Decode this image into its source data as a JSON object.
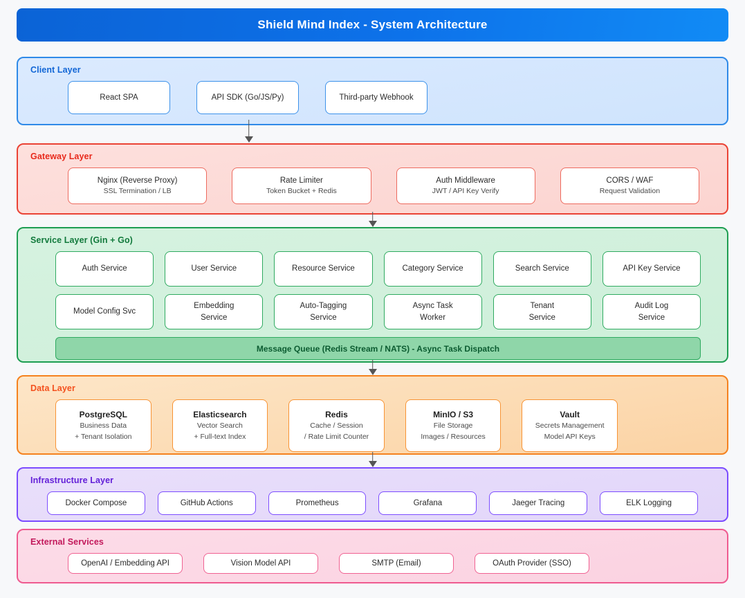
{
  "title": "Shield Mind Index - System Architecture",
  "layers": [
    {
      "id": "client",
      "title": "Client Layer",
      "accent": "#1266d6",
      "nodes": [
        {
          "name": "React SPA"
        },
        {
          "name": "API SDK (Go/JS/Py)"
        },
        {
          "name": "Third-party Webhook"
        }
      ]
    },
    {
      "id": "gateway",
      "title": "Gateway Layer",
      "accent": "#e8291b",
      "nodes": [
        {
          "name": "Nginx (Reverse Proxy)",
          "sub": "SSL Termination / LB"
        },
        {
          "name": "Rate Limiter",
          "sub": "Token Bucket + Redis"
        },
        {
          "name": "Auth Middleware",
          "sub": "JWT / API Key Verify"
        },
        {
          "name": "CORS / WAF",
          "sub": "Request Validation"
        }
      ]
    },
    {
      "id": "service",
      "title": "Service Layer (Gin + Go)",
      "accent": "#127a3c",
      "row1": [
        {
          "name": "Auth Service"
        },
        {
          "name": "User Service"
        },
        {
          "name": "Resource Service"
        },
        {
          "name": "Category Service"
        },
        {
          "name": "Search Service"
        },
        {
          "name": "API Key Service"
        }
      ],
      "row2": [
        {
          "name": "Model Config Svc"
        },
        {
          "name": "Embedding",
          "sub": "Service"
        },
        {
          "name": "Auto-Tagging",
          "sub": "Service"
        },
        {
          "name": "Async Task",
          "sub": "Worker"
        },
        {
          "name": "Tenant",
          "sub": "Service"
        },
        {
          "name": "Audit Log",
          "sub": "Service"
        }
      ],
      "message_queue": "Message Queue (Redis Stream / NATS) - Async Task Dispatch"
    },
    {
      "id": "data",
      "title": "Data Layer",
      "accent": "#f4511e",
      "nodes": [
        {
          "name": "PostgreSQL",
          "sub": "Business Data",
          "sub2": "+ Tenant Isolation"
        },
        {
          "name": "Elasticsearch",
          "sub": "Vector Search",
          "sub2": "+ Full-text Index"
        },
        {
          "name": "Redis",
          "sub": "Cache / Session",
          "sub2": "/ Rate Limit Counter"
        },
        {
          "name": "MinIO / S3",
          "sub": "File Storage",
          "sub2": "Images / Resources"
        },
        {
          "name": "Vault",
          "sub": "Secrets Management",
          "sub2": "Model API Keys"
        }
      ]
    },
    {
      "id": "infra",
      "title": "Infrastructure Layer",
      "accent": "#6320d8",
      "nodes": [
        {
          "name": "Docker Compose"
        },
        {
          "name": "GitHub Actions"
        },
        {
          "name": "Prometheus"
        },
        {
          "name": "Grafana"
        },
        {
          "name": "Jaeger Tracing"
        },
        {
          "name": "ELK Logging"
        }
      ]
    },
    {
      "id": "external",
      "title": "External Services",
      "accent": "#c2185b",
      "nodes": [
        {
          "name": "OpenAI / Embedding API"
        },
        {
          "name": "Vision Model API"
        },
        {
          "name": "SMTP (Email)"
        },
        {
          "name": "OAuth Provider (SSO)"
        }
      ]
    }
  ]
}
